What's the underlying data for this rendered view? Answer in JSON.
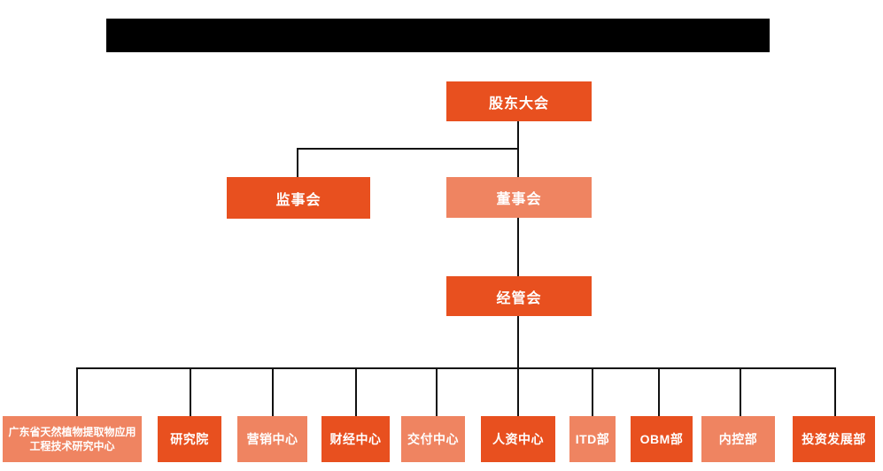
{
  "colors": {
    "primary": "#E8501F",
    "secondary": "#EF8461",
    "connector": "#111111",
    "redacted": "#000000",
    "box_text": "#FFFFFF",
    "page_bg": "#FFFFFF"
  },
  "org_chart": {
    "nodes": {
      "shareholders_meeting": {
        "label": "股东大会"
      },
      "supervisory_board": {
        "label": "监事会"
      },
      "board_of_directors": {
        "label": "董事会"
      },
      "management_committee": {
        "label": "经管会"
      },
      "gd_plant_extract_research_center": {
        "label": "广东省天然植物提取物应用工程技术研究中心"
      },
      "research_institute": {
        "label": "研究院"
      },
      "marketing_center": {
        "label": "营销中心"
      },
      "finance_center": {
        "label": "财经中心"
      },
      "delivery_center": {
        "label": "交付中心"
      },
      "hr_center": {
        "label": "人资中心"
      },
      "itd_department": {
        "label": "ITD部"
      },
      "obm_department": {
        "label": "OBM部"
      },
      "internal_control_department": {
        "label": "内控部"
      },
      "investment_development_department": {
        "label": "投资发展部"
      }
    }
  }
}
